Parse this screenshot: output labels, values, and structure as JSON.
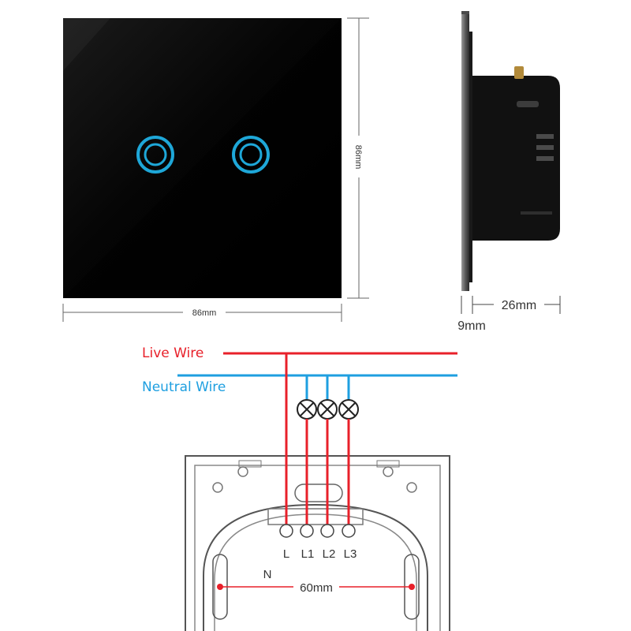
{
  "front_panel": {
    "width_label": "86mm",
    "height_label": "86mm",
    "panel_color": "#0b0b0b",
    "button_ring_color": "#1ea7d8"
  },
  "side_view": {
    "depth_label": "26mm",
    "glass_label": "9mm"
  },
  "wiring": {
    "live_label": "Live Wire",
    "neutral_label": "Neutral Wire",
    "live_color": "#e8202a",
    "neutral_color": "#1e9fe0",
    "lamp_icons": [
      "lamp-icon",
      "lamp-icon",
      "lamp-icon"
    ]
  },
  "backplate": {
    "terminals": [
      "L",
      "L1",
      "L2",
      "L3"
    ],
    "neutral_terminal": "N",
    "mount_spacing_label": "60mm"
  }
}
